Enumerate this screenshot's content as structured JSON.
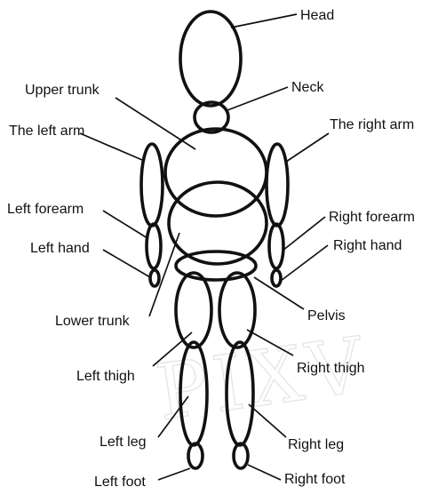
{
  "labels": {
    "head": "Head",
    "neck": "Neck",
    "upper_trunk": "Upper trunk",
    "left_arm": "The left arm",
    "right_arm": "The right arm",
    "left_forearm": "Left forearm",
    "right_forearm": "Right forearm",
    "left_hand": "Left hand",
    "right_hand": "Right hand",
    "pelvis": "Pelvis",
    "lower_trunk": "Lower trunk",
    "left_thigh": "Left thigh",
    "right_thigh": "Right thigh",
    "left_leg": "Left leg",
    "right_leg": "Right leg",
    "left_foot": "Left foot",
    "right_foot": "Right foot"
  },
  "watermark": "PIXV",
  "colors": {
    "stroke": "#111111",
    "background": "#ffffff",
    "watermark": "#e6e6e6"
  }
}
